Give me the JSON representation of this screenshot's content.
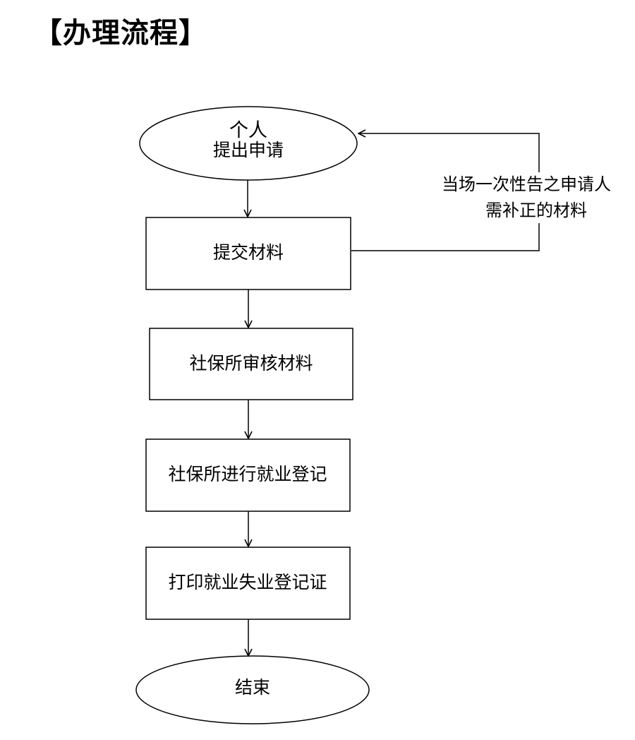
{
  "page": {
    "title": "【办理流程】"
  },
  "flowchart": {
    "nodes": [
      {
        "id": "start",
        "shape": "ellipse",
        "lines": [
          "个人",
          "提出申请"
        ]
      },
      {
        "id": "submit",
        "shape": "rect",
        "lines": [
          "提交材料"
        ]
      },
      {
        "id": "review",
        "shape": "rect",
        "lines": [
          "社保所审核材料"
        ]
      },
      {
        "id": "register",
        "shape": "rect",
        "lines": [
          "社保所进行就业登记"
        ]
      },
      {
        "id": "print",
        "shape": "rect",
        "lines": [
          "打印就业失业登记证"
        ]
      },
      {
        "id": "end",
        "shape": "ellipse",
        "lines": [
          "结束"
        ]
      }
    ],
    "edges": [
      {
        "from": "start",
        "to": "submit"
      },
      {
        "from": "submit",
        "to": "review"
      },
      {
        "from": "review",
        "to": "register"
      },
      {
        "from": "register",
        "to": "print"
      },
      {
        "from": "print",
        "to": "end"
      },
      {
        "from": "submit",
        "to": "start",
        "label_lines": [
          "当场一次性告之申请人",
          "需补正的材料"
        ]
      }
    ]
  },
  "colors": {
    "stroke": "#000000",
    "fill": "#ffffff",
    "text": "#000000"
  }
}
